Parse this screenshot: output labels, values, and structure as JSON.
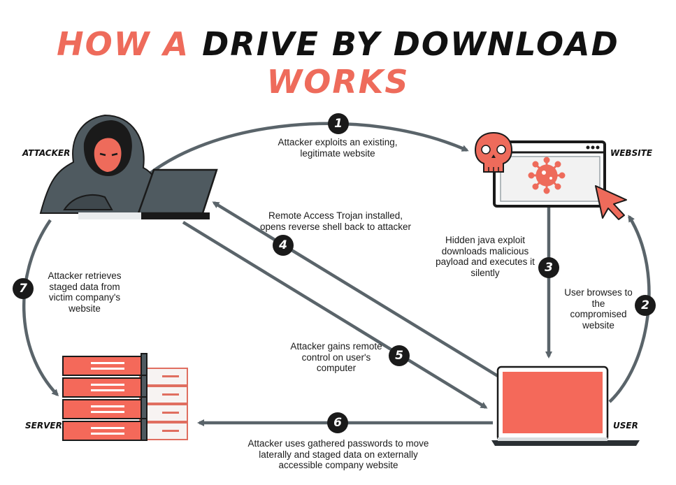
{
  "title": {
    "part1": "HOW A",
    "part2": "DRIVE BY DOWNLOAD",
    "part3": "WORKS"
  },
  "nodes": {
    "attacker": "ATTACKER",
    "website": "WEBSITE",
    "server": "SERVER",
    "user": "USER"
  },
  "steps": [
    {
      "number": "1",
      "text": "Attacker exploits an existing, legitimate website"
    },
    {
      "number": "2",
      "text": "User browses to the compromised website"
    },
    {
      "number": "3",
      "text": "Hidden java exploit downloads malicious payload and executes it silently"
    },
    {
      "number": "4",
      "text": "Remote Access Trojan installed, opens reverse shell back to attacker"
    },
    {
      "number": "5",
      "text": "Attacker gains remote control on user's computer"
    },
    {
      "number": "6",
      "text": "Attacker uses gathered passwords to move laterally and staged data on externally accessible company website"
    },
    {
      "number": "7",
      "text": "Attacker retrieves staged data from victim company's website"
    }
  ],
  "colors": {
    "accent": "#ee6b5b",
    "arrow": "#5a646a",
    "dark": "#1a1a1a"
  }
}
